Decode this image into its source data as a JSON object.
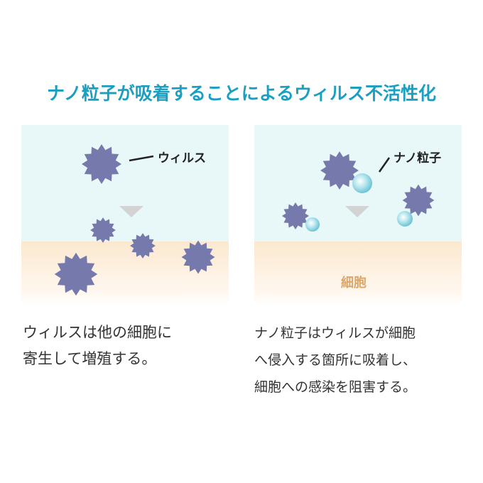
{
  "title": "ナノ粒子が吸着することによるウィルス不活性化",
  "colors": {
    "title": "#1a9fc0",
    "virus": "#7579ab",
    "sky": "#e8f8f9",
    "cell": "#fbe8cf",
    "nanoparticle": "#a8dde8",
    "arrow": "#d3d3d3",
    "cell_label": "#dba66a"
  },
  "left_panel": {
    "label": "ウィルス",
    "caption_lines": [
      "ウィルスは他の細胞に",
      "寄生して増殖する。"
    ]
  },
  "right_panel": {
    "label": "ナノ粒子",
    "cell_label": "細胞",
    "caption_lines": [
      "ナノ粒子はウィルスが細胞",
      "へ侵入する箇所に吸着し、",
      "細胞への感染を阻害する。"
    ]
  }
}
